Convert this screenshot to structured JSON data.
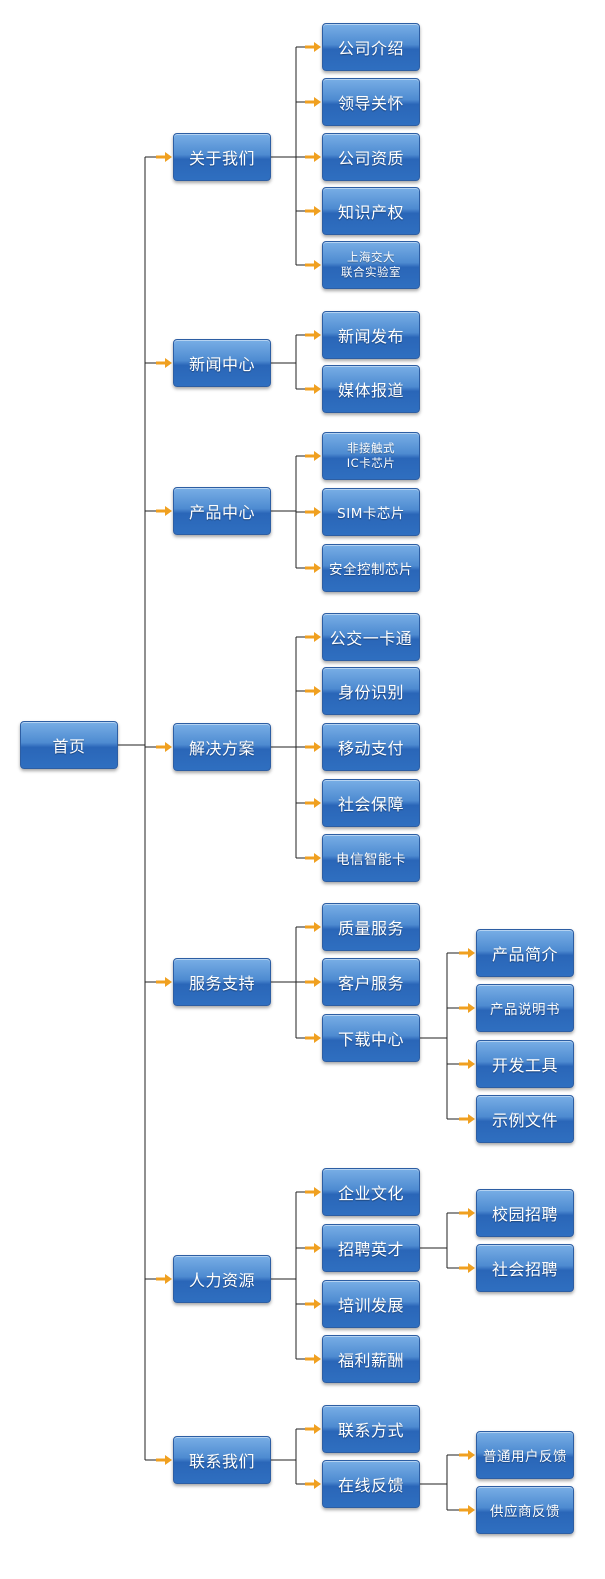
{
  "root": {
    "label": "首页"
  },
  "sections": [
    {
      "label": "关于我们",
      "children": [
        {
          "label": "公司介绍"
        },
        {
          "label": "领导关怀"
        },
        {
          "label": "公司资质"
        },
        {
          "label": "知识产权"
        },
        {
          "label": "上海交大\n联合实验室"
        }
      ]
    },
    {
      "label": "新闻中心",
      "children": [
        {
          "label": "新闻发布"
        },
        {
          "label": "媒体报道"
        }
      ]
    },
    {
      "label": "产品中心",
      "children": [
        {
          "label": "非接触式\nIC卡芯片"
        },
        {
          "label": "SIM卡芯片"
        },
        {
          "label": "安全控制芯片"
        }
      ]
    },
    {
      "label": "解决方案",
      "children": [
        {
          "label": "公交一卡通"
        },
        {
          "label": "身份识别"
        },
        {
          "label": "移动支付"
        },
        {
          "label": "社会保障"
        },
        {
          "label": "电信智能卡"
        }
      ]
    },
    {
      "label": "服务支持",
      "children": [
        {
          "label": "质量服务"
        },
        {
          "label": "客户服务"
        },
        {
          "label": "下载中心",
          "children": [
            {
              "label": "产品简介"
            },
            {
              "label": "产品说明书"
            },
            {
              "label": "开发工具"
            },
            {
              "label": "示例文件"
            }
          ]
        }
      ]
    },
    {
      "label": "人力资源",
      "children": [
        {
          "label": "企业文化"
        },
        {
          "label": "招聘英才",
          "children": [
            {
              "label": "校园招聘"
            },
            {
              "label": "社会招聘"
            }
          ]
        },
        {
          "label": "培训发展"
        },
        {
          "label": "福利薪酬"
        }
      ]
    },
    {
      "label": "联系我们",
      "children": [
        {
          "label": "联系方式"
        },
        {
          "label": "在线反馈",
          "children": [
            {
              "label": "普通用户反馈"
            },
            {
              "label": "供应商反馈"
            }
          ]
        }
      ]
    }
  ],
  "colors": {
    "line": "#222222",
    "arrow": "#f0a020",
    "node_top": "#78aee6",
    "node_bottom": "#2a66b8"
  }
}
